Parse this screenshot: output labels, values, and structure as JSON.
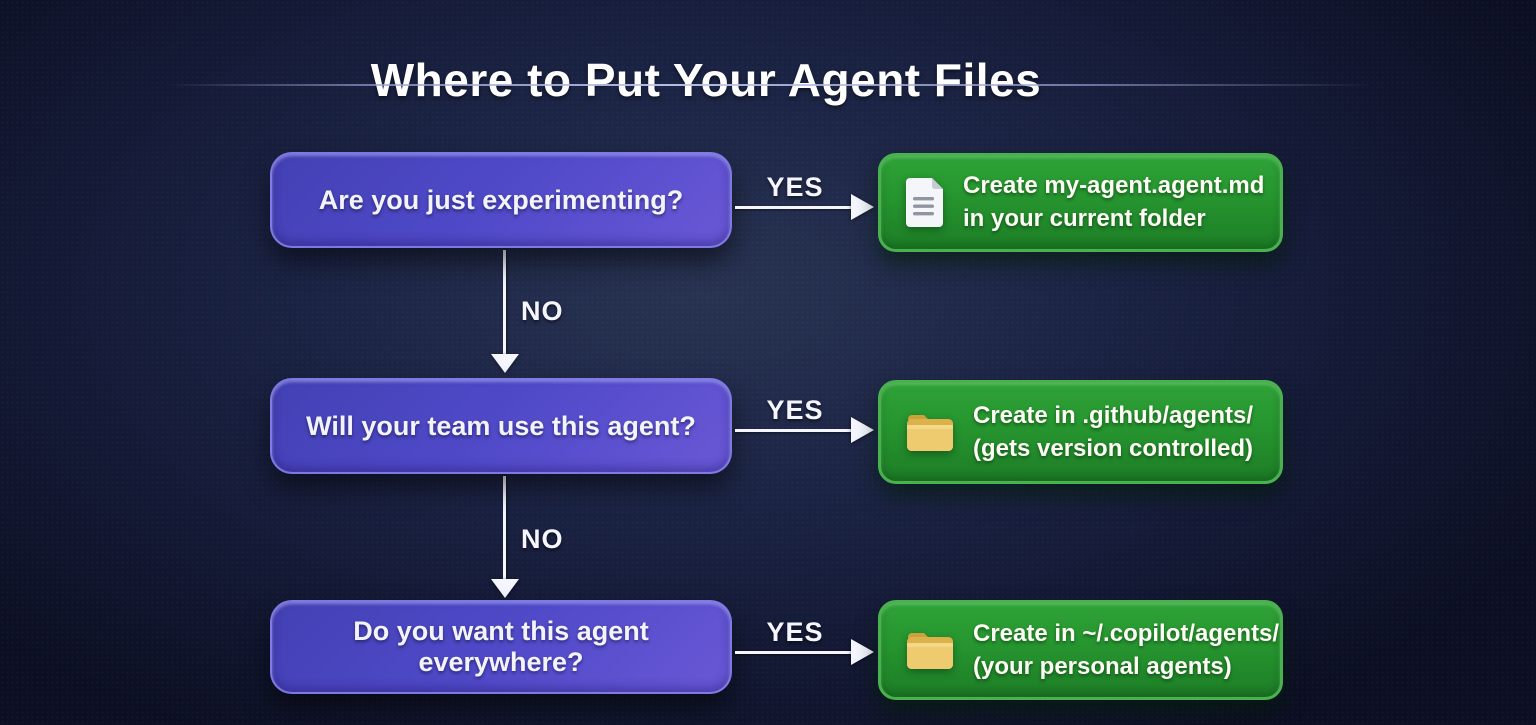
{
  "title": "Where to Put Your Agent Files",
  "colors": {
    "background": "#141a36",
    "question_box": "#4f49c8",
    "question_box_border": "#8683e8",
    "result_box": "#26952f",
    "result_box_border": "#49b24e",
    "arrow": "#f5f6ff",
    "folder_icon": "#e8c35f",
    "document_icon": "#f4f6f9"
  },
  "flow": {
    "rows": [
      {
        "question": "Are you just experimenting?",
        "yes_label": "YES",
        "no_label": "NO",
        "result": {
          "icon": "document-icon",
          "line1": "Create my-agent.agent.md",
          "line2": "in your current folder"
        }
      },
      {
        "question": "Will your team use this agent?",
        "yes_label": "YES",
        "no_label": "NO",
        "result": {
          "icon": "folder-icon",
          "line1": "Create in .github/agents/",
          "line2": "(gets version controlled)"
        }
      },
      {
        "question": "Do you want this agent everywhere?",
        "yes_label": "YES",
        "result": {
          "icon": "folder-icon",
          "line1": "Create in ~/.copilot/agents/",
          "line2": "(your personal agents)"
        }
      }
    ]
  }
}
